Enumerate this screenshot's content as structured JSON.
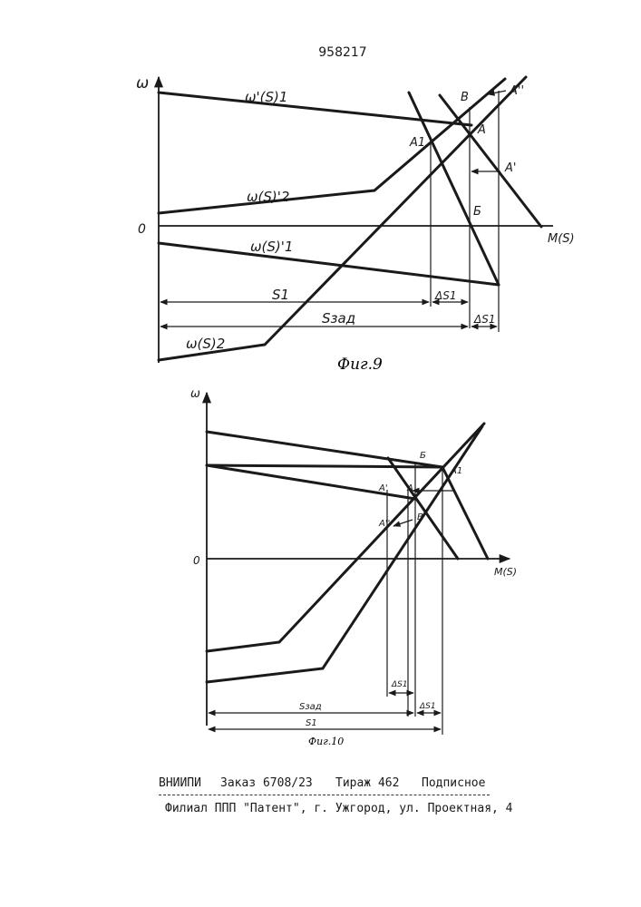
{
  "doc_number": "958217",
  "fig9": {
    "caption": "Фиг.9",
    "y_axis_label": "ω",
    "x_axis_label": "M(S)",
    "origin_label": "0",
    "curve_labels": [
      "ω'(S)1",
      "ω(S)'2",
      "ω(S)'1",
      "ω(S)2"
    ],
    "point_labels": [
      "B",
      "A''",
      "A",
      "A1",
      "A'",
      "Б"
    ],
    "dimension_labels": [
      "S1",
      "ΔS1",
      "Sзад",
      "ΔS1"
    ]
  },
  "fig10": {
    "caption": "Фиг.10",
    "y_axis_label": "ω",
    "x_axis_label": "M(S)",
    "origin_label": "0",
    "point_labels": [
      "Б",
      "A1",
      "A'",
      "A",
      "A''",
      "B"
    ],
    "dimension_labels": [
      "ΔS1",
      "ΔS1",
      "Sзад",
      "S1"
    ]
  },
  "footer": {
    "org": "ВНИИПИ",
    "order": "Заказ 6708/23",
    "edition": "Тираж 462",
    "subscription": "Подписное",
    "branch": "Филиал ППП \"Патент\", г. Ужгород, ул. Проектная, 4"
  }
}
